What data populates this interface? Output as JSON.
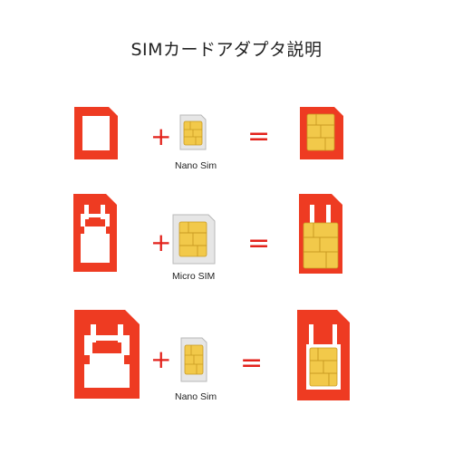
{
  "title": "SIMカードアダプタ説明",
  "symbols": {
    "plus": "+",
    "equals": "="
  },
  "rows": [
    {
      "sim_label": "Nano Sim"
    },
    {
      "sim_label": "Micro SIM"
    },
    {
      "sim_label": "Nano Sim"
    }
  ],
  "colors": {
    "adapter": "#ee3b22",
    "adapter_dark": "#d92b17",
    "chip": "#f2c94a",
    "chip_line": "#c99a22",
    "frame": "#c8c8c8"
  }
}
